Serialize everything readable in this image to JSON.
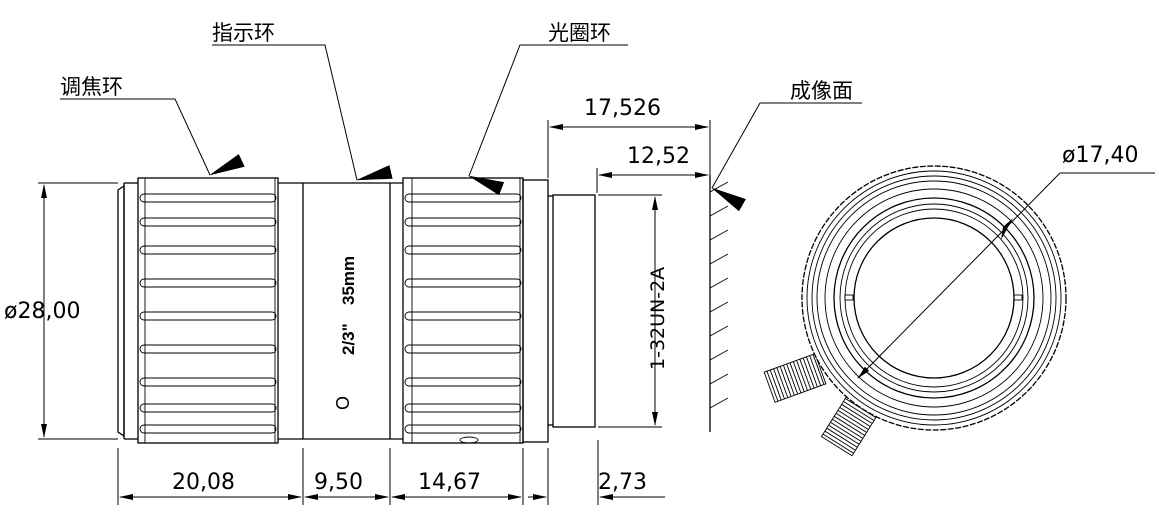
{
  "labels": {
    "focus_ring": "调焦环",
    "index_ring": "指示环",
    "iris_ring": "光圈环",
    "image_plane": "成像面"
  },
  "engraving": {
    "focal_length": "35mm",
    "format": "2/3\"",
    "mark": "O"
  },
  "dimensions": {
    "outer_diameter": "ø28,00",
    "focus_ring_length": "20,08",
    "index_ring_length": "9,50",
    "iris_ring_length": "14,67",
    "mount_length": "2,73",
    "flange_back": "17,526",
    "back_focus": "12,52",
    "thread": "1-32UN-2A",
    "rear_diameter": "ø17,40"
  },
  "colors": {
    "line": "#000000",
    "background": "#ffffff"
  }
}
